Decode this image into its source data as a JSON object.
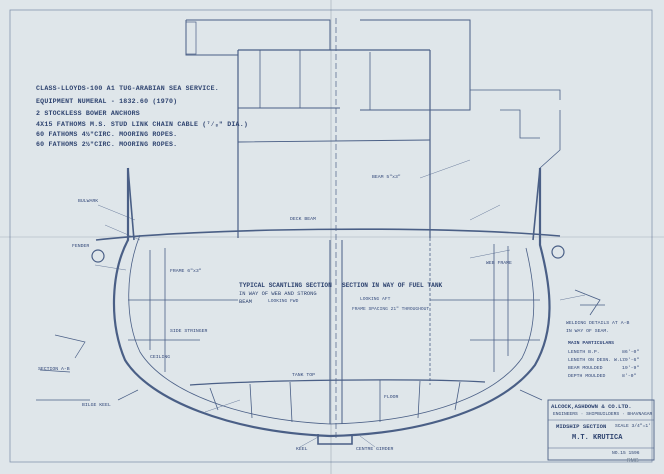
{
  "spec": {
    "title": "CLASS-LLOYDS-100 A1 TUG-ARABIAN SEA SERVICE.",
    "equipment": "EQUIPMENT NUMERAL - 1832.60 (1970)",
    "anchors": "2 STOCKLESS BOWER ANCHORS",
    "cable": "4X15 FATHOMS M.S. STUD LINK CHAIN CABLE (⁷⁄₈\" DIA.)",
    "ropes1": "60 FATHOMS 4½\"CIRC. MOORING ROPES.",
    "ropes2": "60 FATHOMS 2½\"CIRC. MOORING ROPES."
  },
  "sections": {
    "typical": "TYPICAL SCANTLING SECTION",
    "typical_sub": "IN WAY OF WEB AND STRONG",
    "typical_sub2": "BEAM",
    "looking_fwd": "LOOKING FWD",
    "fuel": "SECTION IN WAY OF FUEL TANK",
    "looking_aft": "LOOKING AFT"
  },
  "labels": {
    "frame_spacing": "FRAME SPACING 21\" THROUGHOUT",
    "fender": "FENDER",
    "section_ab": "SECTION A-B",
    "bilge_keel": "BILGE KEEL",
    "keel": "KEEL",
    "tank_top": "TANK TOP",
    "floor": "FLOOR",
    "girder": "CENTRE GIRDER",
    "deck_beam": "DECK BEAM",
    "bulwark": "BULWARK",
    "frame": "FRAME 6\"x3\"",
    "web": "WEB FRAME",
    "stringer": "SIDE STRINGER",
    "beam": "BEAM 5\"x3\"",
    "ceiling": "CEILING",
    "welding": "WELDING DETAILS AT A-B",
    "in_way": "IN WAY OF SEAM."
  },
  "particulars": {
    "heading": "MAIN PARTICULARS",
    "length_bp": "LENGTH B.P.",
    "length_bp_val": "86'-0\"",
    "length_wl": "LENGTH ON DESN. W.L.",
    "length_wl_val": "79'-6\"",
    "beam": "BEAM MOULDED",
    "beam_val": "19'-9\"",
    "depth": "DEPTH MOULDED",
    "depth_val": "8'-0\""
  },
  "title_block": {
    "firm": "ALCOCK,ASHDOWN & CO.LTD.",
    "sub1": "ENGINEERS · SHIPBUILDERS · BHAVNAGAR",
    "drawing": "MIDSHIP SECTION",
    "scale": "SCALE 3/4\"=1'",
    "vessel": "M.T. KRUTICA",
    "ref": "NO.15 1596"
  },
  "logo": "RMG"
}
